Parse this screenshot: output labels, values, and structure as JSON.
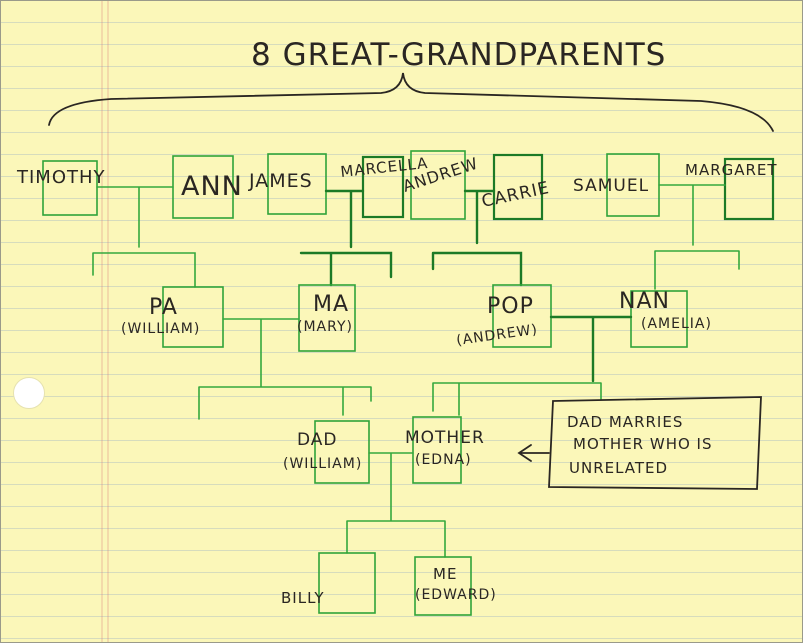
{
  "title": "8 GREAT-GRANDPARENTS",
  "great_grandparents": [
    "TIMOTHY",
    "ANN",
    "JAMES",
    "MARCELLA",
    "ANDREW",
    "CARRIE",
    "SAMUEL",
    "MARGARET"
  ],
  "grandparents": [
    {
      "name": "PA",
      "full_name": "(WILLIAM)"
    },
    {
      "name": "MA",
      "full_name": "(MARY)"
    },
    {
      "name": "POP",
      "full_name": "(ANDREW)"
    },
    {
      "name": "NAN",
      "full_name": "(AMELIA)"
    }
  ],
  "parents": [
    {
      "name": "DAD",
      "full_name": "(WILLIAM)"
    },
    {
      "name": "MOTHER",
      "full_name": "(EDNA)"
    }
  ],
  "note": [
    "DAD MARRIES",
    "MOTHER WHO IS",
    "UNRELATED"
  ],
  "children": [
    {
      "name": "BILLY",
      "full_name": ""
    },
    {
      "name": "ME",
      "full_name": "(EDWARD)"
    }
  ],
  "colors": {
    "paper": "#fbf7b9",
    "ink": "#2a2622",
    "line": "#35a83e",
    "line_dark": "#1c7a26"
  }
}
